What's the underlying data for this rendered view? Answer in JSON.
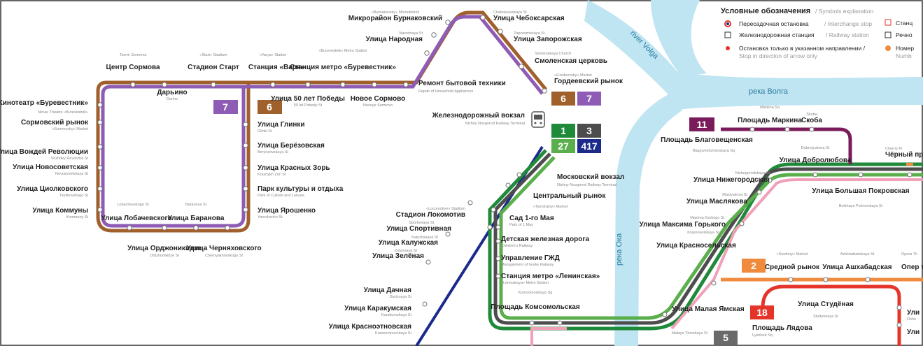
{
  "rivers": {
    "volga_ru": "река Волга",
    "volga_en": "river Volga",
    "oka": "река Ока"
  },
  "legend": {
    "title": "Условные обозначения",
    "title_en": "/ Symbols explanation",
    "items": [
      {
        "ru": "Пересадочная остановка",
        "en": "/ Interchange stop"
      },
      {
        "ru": "Железнодорожная станция",
        "en": "/ Railway station"
      },
      {
        "ru": "Остановка только в указанном направлении /",
        "en": "Stop in direction of arrow only"
      }
    ],
    "right_items": [
      "Станц",
      "Речно",
      "Номер",
      "Numb"
    ]
  },
  "route_badges": [
    {
      "label": "7",
      "color": "#8e5bb5"
    },
    {
      "label": "6",
      "color": "#a0602c"
    },
    {
      "label": "6",
      "color": "#a0602c"
    },
    {
      "label": "7",
      "color": "#8e5bb5"
    },
    {
      "label": "1",
      "color": "#1f8a3a"
    },
    {
      "label": "3",
      "color": "#4d4d4d"
    },
    {
      "label": "27",
      "color": "#5aaf4c"
    },
    {
      "label": "417",
      "color": "#1c2a8c"
    },
    {
      "label": "11",
      "color": "#7a1c5c"
    },
    {
      "label": "2",
      "color": "#f08a3c"
    },
    {
      "label": "18",
      "color": "#e5352a"
    },
    {
      "label": "5",
      "color": "#6a6a6a"
    }
  ],
  "stations": [
    {
      "ru": "Микрорайон Бурнаковский",
      "en": "«Burnakovsky» Microdistrict"
    },
    {
      "ru": "Улица Чебоксарская",
      "en": "Cheboksarskaya St"
    },
    {
      "ru": "Улица Народная",
      "en": "Narodnaya St"
    },
    {
      "ru": "Улица Запорожская",
      "en": "Zaporozhskaya St"
    },
    {
      "ru": "Центр Сормова",
      "en": "Tsentr Sormova"
    },
    {
      "ru": "Стадион Старт",
      "en": "«Start» Stadium"
    },
    {
      "ru": "Станция «Варя»",
      "en": "«Varya» Station"
    },
    {
      "ru": "Станция метро «Буревестник»",
      "en": "«Burevestnik» Metro Station"
    },
    {
      "ru": "Смоленская церковь",
      "en": "Smolenskaya Church"
    },
    {
      "ru": "Ремонт бытовой техники",
      "en": "Repair of Household Appliances"
    },
    {
      "ru": "Гордеевский рынок",
      "en": "«Gordeevsky» Market"
    },
    {
      "ru": "Дарьино",
      "en": "Darino"
    },
    {
      "ru": "Улица 50 лет Победы",
      "en": "50 let Pobedy St"
    },
    {
      "ru": "Новое Сормово",
      "en": "Novoye Sormovo"
    },
    {
      "ru": "Кинотеатр «Буревестник»",
      "en": "Movie Theatre «Burevestnik»"
    },
    {
      "ru": "Сормовский рынок",
      "en": "«Sormovsky» Market"
    },
    {
      "ru": "Улица Вождей Революции",
      "en": "Vozhdey Revolutsii St"
    },
    {
      "ru": "Улица Новосоветская",
      "en": "Novosovetskaya St"
    },
    {
      "ru": "Улица Циолковского",
      "en": "Tsiolkovskogo St"
    },
    {
      "ru": "Улица Коммуны",
      "en": "Kommuny St"
    },
    {
      "ru": "Улица Глинки",
      "en": "Glinki St"
    },
    {
      "ru": "Улица Берёзовская",
      "en": "Beryozovskaya St"
    },
    {
      "ru": "Улица Красных Зорь",
      "en": "Krasnykh Zor' St"
    },
    {
      "ru": "Парк культуры и отдыха",
      "en": "Park of Culture and Leisure"
    },
    {
      "ru": "Улица Ярошенко",
      "en": "Yaroshenko St"
    },
    {
      "ru": "Улица Лобачевского",
      "en": "Lobachevskogo St"
    },
    {
      "ru": "Улица Баранова",
      "en": "Baranova St"
    },
    {
      "ru": "Улица Орджоникидзе",
      "en": "Ordzhonikidze St"
    },
    {
      "ru": "Улица Черняховского",
      "en": "Chernyakhovskogo St"
    },
    {
      "ru": "Железнодорожный вокзал",
      "en": "Nizhny Novgorod Railway Terminal"
    },
    {
      "ru": "Московский вокзал",
      "en": "Nizhny Novgorod Railway Terminal"
    },
    {
      "ru": "Центральный рынок",
      "en": "«Tsentralny» Market"
    },
    {
      "ru": "Стадион Локомотив",
      "en": "«Locomotive» Stadium"
    },
    {
      "ru": "Улица Спортивная",
      "en": "Sportivnaya St"
    },
    {
      "ru": "Улица Калужская",
      "en": "Kaluzhskaya St"
    },
    {
      "ru": "Улица Зелёная",
      "en": "Zelyonaya St"
    },
    {
      "ru": "Сад 1-го Мая",
      "en": "Park of 1 May"
    },
    {
      "ru": "Детская железная дорога",
      "en": "Children's Railway"
    },
    {
      "ru": "Управление ГЖД",
      "en": "Management of Gorky Railway"
    },
    {
      "ru": "Станция метро «Ленинская»",
      "en": "«Leninskaya» Metro Station"
    },
    {
      "ru": "Площадь Комсомольская",
      "en": "Komsomolskaya Sq"
    },
    {
      "ru": "Улица Дачная",
      "en": "Dachnaya St"
    },
    {
      "ru": "Улица Каракумская",
      "en": "Karakumskaya St"
    },
    {
      "ru": "Улица Красноэтновская",
      "en": "Krasnoetnovskaya St"
    },
    {
      "ru": "Площадь Маркина",
      "en": "Markina Sq"
    },
    {
      "ru": "Скоба",
      "en": "Skoba"
    },
    {
      "ru": "Площадь Благовещенская",
      "en": "Blagoveshchenskaya Sq"
    },
    {
      "ru": "Улица Добролюбова",
      "en": "Dobrolyubova St"
    },
    {
      "ru": "Чёрный пр",
      "en": "Cherny Pr"
    },
    {
      "ru": "Улица Нижегородская",
      "en": "Nizhegorodskaya St"
    },
    {
      "ru": "Улица Маслякова",
      "en": "Maslyakova St"
    },
    {
      "ru": "Улица Большая Покровская",
      "en": "Bolshaya Pokrovskaya St"
    },
    {
      "ru": "Улица Максима Горького",
      "en": "Maxima Gorkogo St"
    },
    {
      "ru": "Улица Красносельская",
      "en": "Krasnoselskaya St"
    },
    {
      "ru": "Средной рынок",
      "en": "«Srednoy» Market"
    },
    {
      "ru": "Улица Ашхабадская",
      "en": "Ashkhabadskaya St"
    },
    {
      "ru": "Опер теат",
      "en": "Opera Th"
    },
    {
      "ru": "Улица Студёная",
      "en": "Studyonaya St"
    },
    {
      "ru": "Улица Малая Ямская",
      "en": "Malaya Yamskaya St"
    },
    {
      "ru": "Площадь Лядова",
      "en": "Lyadova Sq"
    },
    {
      "ru": "Ули",
      "en": "Oshe"
    },
    {
      "ru": "Ули",
      "en": ""
    }
  ]
}
